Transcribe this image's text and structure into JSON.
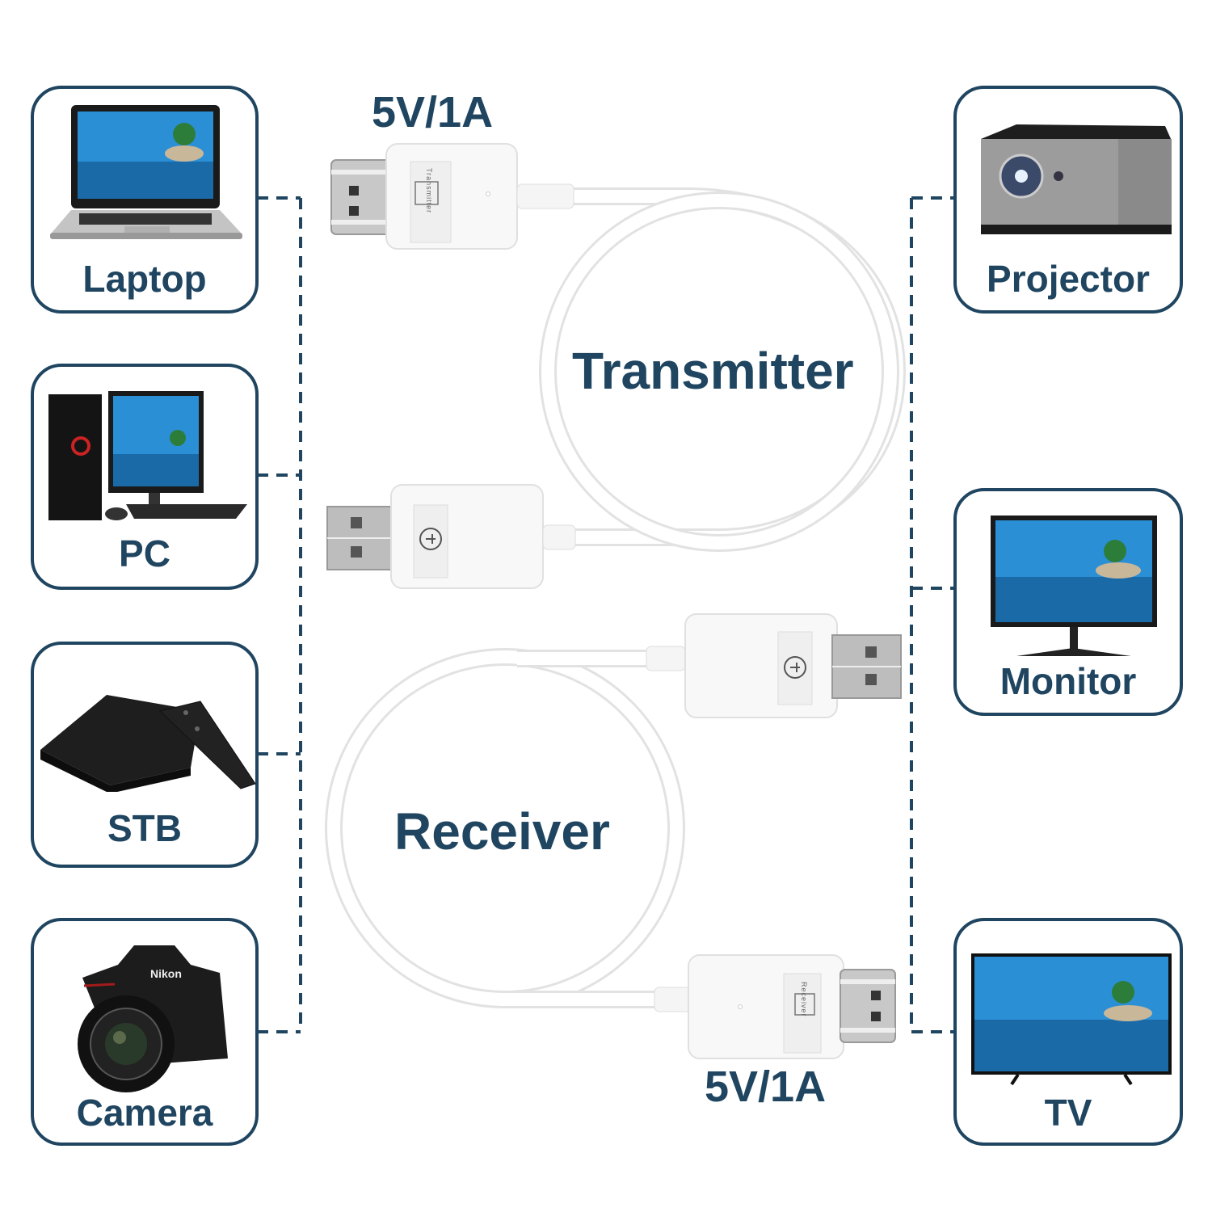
{
  "colors": {
    "primary": "#1f4560",
    "cable": "#ffffff",
    "cable_edge": "#e4e4e4",
    "connector": "#b9b9b9"
  },
  "left_devices": [
    {
      "label": "Laptop",
      "icon": "laptop-icon"
    },
    {
      "label": "PC",
      "icon": "desktop-pc-icon"
    },
    {
      "label": "STB",
      "icon": "set-top-box-icon"
    },
    {
      "label": "Camera",
      "icon": "camera-icon"
    }
  ],
  "right_devices": [
    {
      "label": "Projector",
      "icon": "projector-icon"
    },
    {
      "label": "Monitor",
      "icon": "monitor-icon"
    },
    {
      "label": "TV",
      "icon": "tv-icon"
    }
  ],
  "transmitter": {
    "title": "Transmitter",
    "power": "5V/1A",
    "module_text": "Transmitter"
  },
  "receiver": {
    "title": "Receiver",
    "power": "5V/1A",
    "module_text": "Receiver"
  }
}
